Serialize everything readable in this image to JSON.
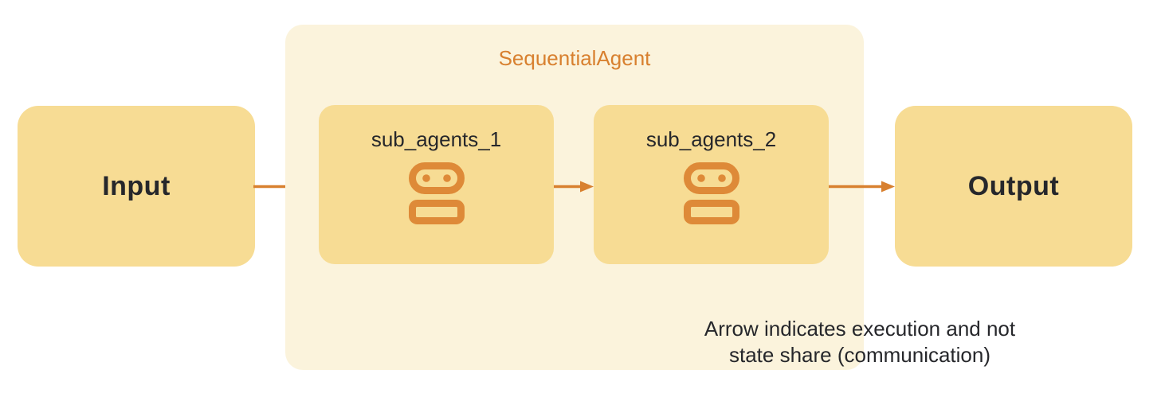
{
  "diagram": {
    "input_label": "Input",
    "output_label": "Output",
    "container": {
      "title": "SequentialAgent",
      "sub_agents": [
        {
          "label": "sub_agents_1",
          "icon": "robot-icon"
        },
        {
          "label": "sub_agents_2",
          "icon": "robot-icon"
        }
      ],
      "caption_line1": "Arrow indicates execution and not",
      "caption_line2": "state share (communication)"
    },
    "arrows": [
      {
        "name": "input-to-sub-agent-1"
      },
      {
        "name": "sub-agent-1-to-sub-agent-2"
      },
      {
        "name": "sub-agent-2-to-output"
      }
    ],
    "colors": {
      "box_fill": "#F7DC94",
      "container_fill": "#FBF3DC",
      "accent_orange": "#D8802F",
      "icon_orange": "#DE8A38",
      "text_dark": "#26272B"
    }
  }
}
